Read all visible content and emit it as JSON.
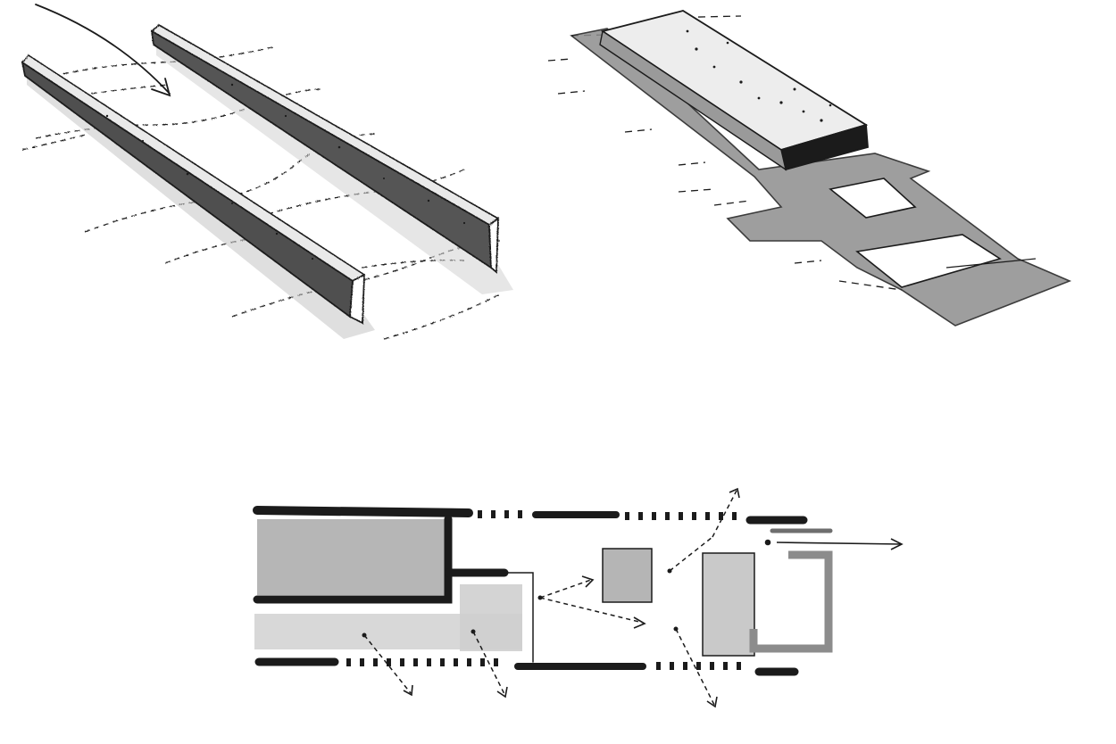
{
  "colors": {
    "ink": "#1b1b1b",
    "marker_dark": "#555555",
    "marker_mid": "#8c8c8c",
    "marker_light": "#c6c6c6",
    "marker_pale": "#dcdcdc",
    "paper": "#ffffff"
  },
  "panels": [
    {
      "id": "walls",
      "depicts": "two-parallel-walls-with-arrow"
    },
    {
      "id": "slab",
      "depicts": "raised-slab-on-shaded-ground-plan"
    },
    {
      "id": "plan",
      "depicts": "floor-plan-with-movement-arrows"
    }
  ],
  "icons": {
    "arrow": "arrow-icon",
    "dashed_arrow": "dashed-arrow-icon"
  }
}
